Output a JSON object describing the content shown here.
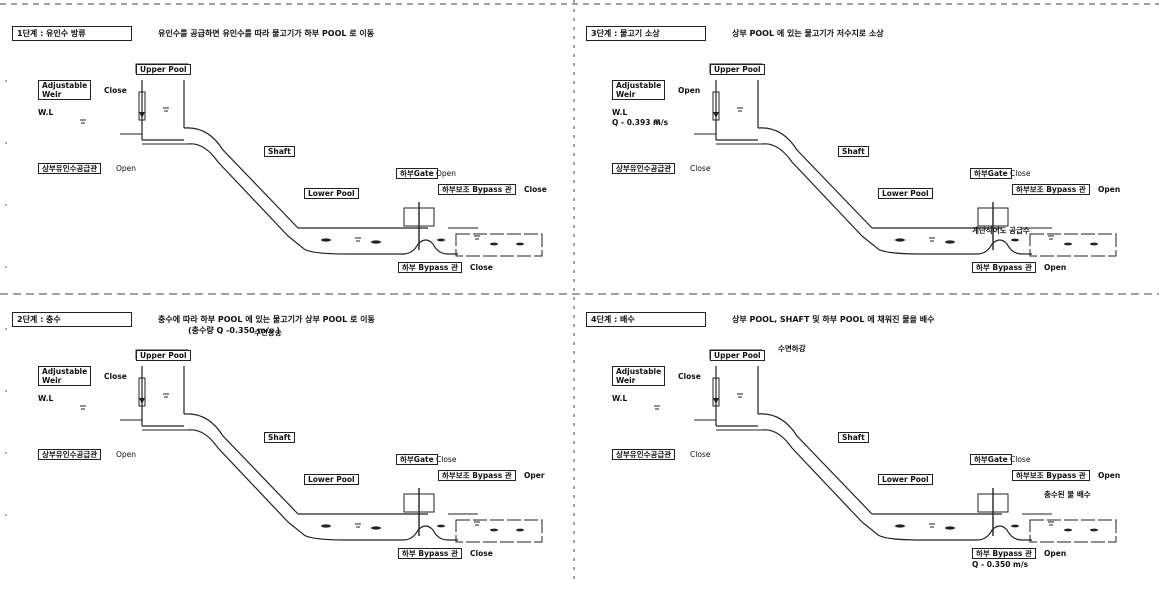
{
  "panels": [
    {
      "step": "1단계 : 유인수 방류",
      "desc": "유인수를 공급하면 유인수를 따라 물고기가 하부 POOL 로 이동",
      "desc2": "",
      "upper_pool": "Upper Pool",
      "adj_weir": "Adjustable\nWeir",
      "weir_state": "Close",
      "wl": "W.L",
      "extra1": "",
      "supply_pipe": "상부유인수공급관",
      "supply_state": "Open",
      "shaft": "Shaft",
      "lower_pool": "Lower Pool",
      "gate": "하부Gate",
      "gate_state": "Open",
      "aux_bypass": "하부보조 Bypass 관",
      "aux_state": "Close",
      "bypass": "하부 Bypass 관",
      "bypass_state": "Close",
      "note": "",
      "flow": ""
    },
    {
      "step": "3단계 : 물고기 소상",
      "desc": "상부 POOL 에 있는 물고기가 저수지로 소상",
      "desc2": "",
      "upper_pool": "Upper Pool",
      "adj_weir": "Adjustable\nWeir",
      "weir_state": "Open",
      "wl": "W.L",
      "extra1": "Q - 0.393  m/s",
      "supply_pipe": "상부유인수공급관",
      "supply_state": "Close",
      "shaft": "Shaft",
      "lower_pool": "Lower Pool",
      "gate": "하부Gate",
      "gate_state": "Close",
      "aux_bypass": "하부보조 Bypass 관",
      "aux_state": "Open",
      "bypass": "하부 Bypass 관",
      "bypass_state": "Open",
      "note": "계단식어도 공급수",
      "flow": ""
    },
    {
      "step": "2단계 : 충수",
      "desc": "충수에 따라 하부 POOL 에 있는 물고기가 상부 POOL 로 이동",
      "desc2": "(충수량 Q  -0.350  m/s  )",
      "upper_pool": "Upper Pool",
      "adj_weir": "Adjustable\nWeir",
      "weir_state": "Close",
      "wl": "W.L",
      "extra1": "",
      "supply_pipe": "상부유인수공급관",
      "supply_state": "Open",
      "shaft": "Shaft",
      "lower_pool": "Lower Pool",
      "gate": "하부Gate",
      "gate_state": "Close",
      "aux_bypass": "하부보조 Bypass 관",
      "aux_state": "Oper",
      "bypass": "하부 Bypass 관",
      "bypass_state": "Close",
      "note": "수면상승",
      "flow": ""
    },
    {
      "step": "4단계 : 배수",
      "desc": "상부 POOL, SHAFT 및 하부 POOL 에 채워진 물을 배수",
      "desc2": "",
      "upper_pool": "Upper Pool",
      "adj_weir": "Adjustable\nWeir",
      "weir_state": "Close",
      "wl": "W.L",
      "extra1": "",
      "supply_pipe": "상부유인수공급관",
      "supply_state": "Close",
      "shaft": "Shaft",
      "lower_pool": "Lower Pool",
      "gate": "하부Gate",
      "gate_state": "Close",
      "aux_bypass": "하부보조 Bypass 관",
      "aux_state": "Open",
      "bypass": "하부 Bypass 관",
      "bypass_state": "Open",
      "note": "수면하강",
      "note2": "충수된 물 배수",
      "flow": "Q - 0.350  m/s"
    }
  ]
}
